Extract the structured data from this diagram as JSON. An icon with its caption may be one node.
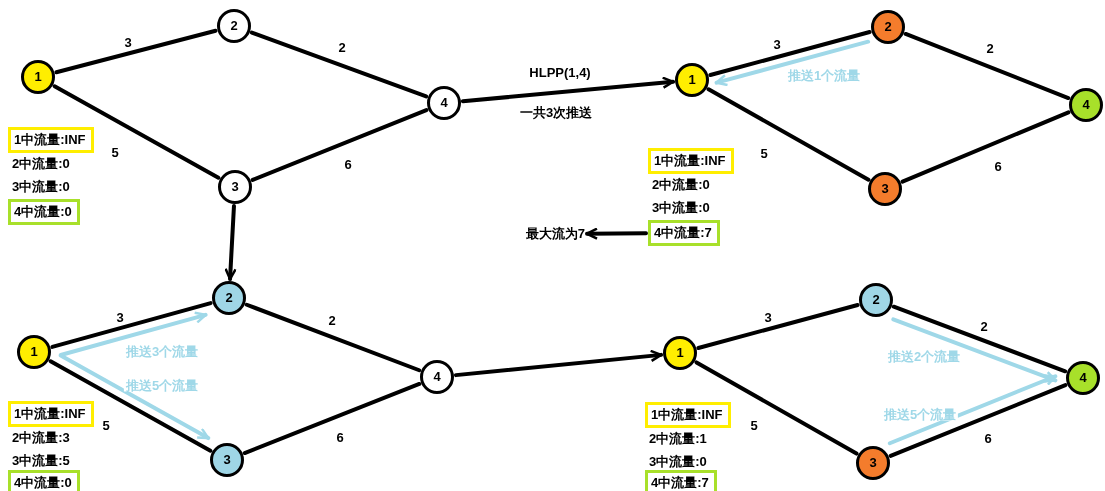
{
  "diagram": {
    "nodes": [
      {
        "text": [
          "1"
        ]
      },
      {
        "text": [
          "2"
        ]
      },
      {
        "text": [
          "3"
        ]
      },
      {
        "text": [
          "4"
        ]
      },
      {
        "text": [
          "1中流量:INF"
        ]
      },
      {
        "text": [
          "4中流量:0"
        ]
      },
      {
        "text": [
          "1"
        ]
      },
      {
        "text": [
          "2"
        ]
      },
      {
        "text": [
          "3"
        ]
      },
      {
        "text": [
          "4"
        ]
      },
      {
        "text": [
          "1中流量:INF"
        ]
      },
      {
        "text": [
          "4中流量:7"
        ]
      },
      {
        "text": [
          "最大流为7"
        ]
      },
      {
        "text": [
          "1"
        ]
      },
      {
        "text": [
          "2"
        ]
      },
      {
        "text": [
          "3"
        ]
      },
      {
        "text": [
          "4"
        ]
      },
      {
        "text": [
          "1中流量:INF"
        ]
      },
      {
        "text": [
          "4中流量:0"
        ]
      },
      {
        "text": [
          "1"
        ]
      },
      {
        "text": [
          "2"
        ]
      },
      {
        "text": [
          "3"
        ]
      },
      {
        "text": [
          "4"
        ]
      },
      {
        "text": [
          "1中流量:INF"
        ]
      },
      {
        "text": [
          "4中流量:7"
        ]
      }
    ],
    "edges": [
      {
        "from": 0,
        "to": 1,
        "arrow": "none",
        "label": "3"
      },
      {
        "from": 1,
        "to": 3,
        "arrow": "none",
        "label": "2"
      },
      {
        "from": 0,
        "to": 2,
        "arrow": "none",
        "label": "5"
      },
      {
        "from": 2,
        "to": 3,
        "arrow": "none",
        "label": "6"
      },
      {
        "from": 3,
        "to": 6,
        "arrow": "to",
        "label": "HLPP(1,4)"
      },
      {
        "from": 6,
        "to": 7,
        "arrow": "none",
        "label": "3"
      },
      {
        "from": 7,
        "to": 9,
        "arrow": "none",
        "label": "2"
      },
      {
        "from": 6,
        "to": 8,
        "arrow": "none",
        "label": "5"
      },
      {
        "from": 8,
        "to": 9,
        "arrow": "none",
        "label": "6"
      },
      {
        "from": 7,
        "to": 6,
        "arrow": "to",
        "label": "推送1个流量",
        "color": "#9fd8e8"
      },
      {
        "from": 11,
        "to": 12,
        "arrow": "to"
      },
      {
        "from": 2,
        "to": 14,
        "arrow": "to"
      },
      {
        "from": 13,
        "to": 14,
        "arrow": "none",
        "label": "3"
      },
      {
        "from": 14,
        "to": 16,
        "arrow": "none",
        "label": "2"
      },
      {
        "from": 13,
        "to": 15,
        "arrow": "none",
        "label": "5"
      },
      {
        "from": 15,
        "to": 16,
        "arrow": "none",
        "label": "6"
      },
      {
        "from": 13,
        "to": 14,
        "arrow": "to",
        "label": "推送3个流量",
        "color": "#9fd8e8"
      },
      {
        "from": 13,
        "to": 15,
        "arrow": "to",
        "label": "推送5个流量",
        "color": "#9fd8e8"
      },
      {
        "from": 16,
        "to": 19,
        "arrow": "to"
      },
      {
        "from": 19,
        "to": 20,
        "arrow": "none",
        "label": "3"
      },
      {
        "from": 20,
        "to": 22,
        "arrow": "none",
        "label": "2"
      },
      {
        "from": 19,
        "to": 21,
        "arrow": "none",
        "label": "5"
      },
      {
        "from": 21,
        "to": 22,
        "arrow": "none",
        "label": "6"
      },
      {
        "from": 20,
        "to": 22,
        "arrow": "to",
        "label": "推送2个流量",
        "color": "#9fd8e8"
      },
      {
        "from": 21,
        "to": 22,
        "arrow": "to",
        "label": "推送5个流量",
        "color": "#9fd8e8"
      }
    ],
    "labels": [
      "2中流量:0",
      "3中流量:0",
      "一共3次推送",
      "2中流量:0",
      "3中流量:0",
      "2中流量:3",
      "3中流量:5",
      "2中流量:1",
      "3中流量:0"
    ]
  }
}
